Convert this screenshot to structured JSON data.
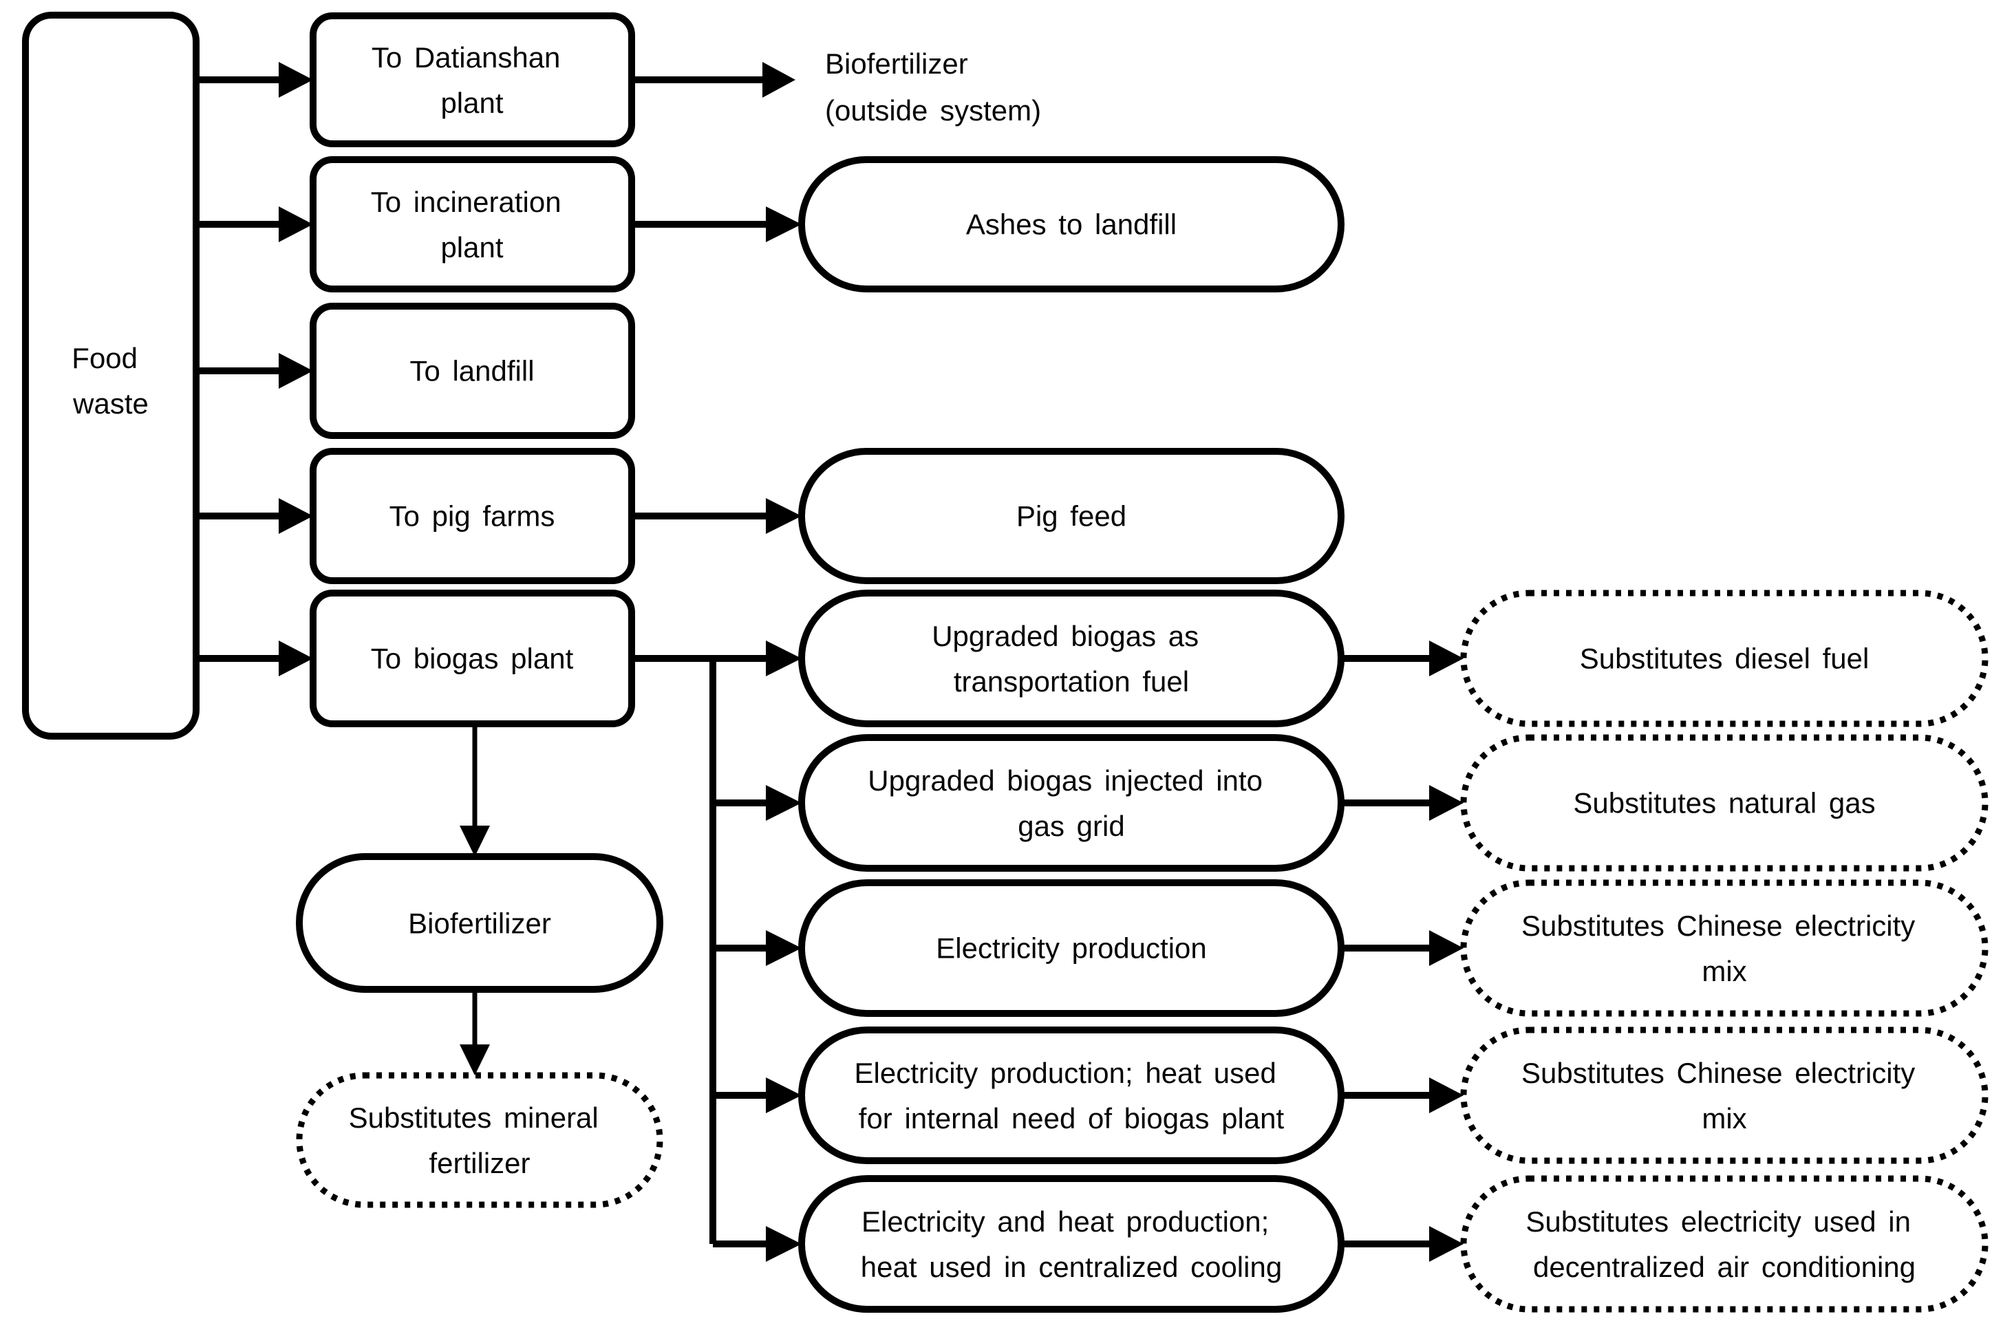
{
  "diagram_type": "flowchart",
  "colors": {
    "stroke": "#000000",
    "shape_fill": "#ffffff",
    "text": "#050505",
    "background": "#ffffff"
  },
  "nodes": {
    "food_waste": {
      "shape": "rounded-rect",
      "lines": [
        "Food",
        "waste"
      ]
    },
    "to_datianshan": {
      "shape": "rounded-rect",
      "lines": [
        "To Datianshan",
        "plant"
      ]
    },
    "to_incineration": {
      "shape": "rounded-rect",
      "lines": [
        "To incineration",
        "plant"
      ]
    },
    "to_landfill": {
      "shape": "rounded-rect",
      "lines": [
        "To landfill"
      ]
    },
    "to_pig_farms": {
      "shape": "rounded-rect",
      "lines": [
        "To pig farms"
      ]
    },
    "to_biogas_plant": {
      "shape": "rounded-rect",
      "lines": [
        "To biogas plant"
      ]
    },
    "biofertilizer_outside": {
      "shape": "plain-text",
      "lines": [
        "Biofertilizer",
        "(outside system)"
      ]
    },
    "ashes_to_landfill": {
      "shape": "stadium",
      "lines": [
        "Ashes to landfill"
      ]
    },
    "pig_feed": {
      "shape": "stadium",
      "lines": [
        "Pig feed"
      ]
    },
    "upgraded_transport": {
      "shape": "stadium",
      "lines": [
        "Upgraded biogas as",
        "transportation fuel"
      ]
    },
    "upgraded_gas_grid": {
      "shape": "stadium",
      "lines": [
        "Upgraded biogas injected into",
        "gas grid"
      ]
    },
    "electricity_production": {
      "shape": "stadium",
      "lines": [
        "Electricity production"
      ]
    },
    "electricity_internal": {
      "shape": "stadium",
      "lines": [
        "Electricity production; heat used",
        "for internal need of biogas plant"
      ]
    },
    "electricity_cooling": {
      "shape": "stadium",
      "lines": [
        "Electricity and heat production;",
        "heat used in centralized cooling"
      ]
    },
    "sub_diesel_fuel": {
      "shape": "dotted-stadium",
      "lines": [
        "Substitutes diesel fuel"
      ]
    },
    "sub_natural_gas": {
      "shape": "dotted-stadium",
      "lines": [
        "Substitutes natural gas"
      ]
    },
    "sub_chinese_mix_1": {
      "shape": "dotted-stadium",
      "lines": [
        "Substitutes Chinese electricity",
        "mix"
      ]
    },
    "sub_chinese_mix_2": {
      "shape": "dotted-stadium",
      "lines": [
        "Substitutes Chinese electricity",
        "mix"
      ]
    },
    "sub_decentralized_ac": {
      "shape": "dotted-stadium",
      "lines": [
        "Substitutes electricity used in",
        "decentralized air conditioning"
      ]
    },
    "biofertilizer": {
      "shape": "stadium",
      "lines": [
        "Biofertilizer"
      ]
    },
    "sub_mineral_fertilizer": {
      "shape": "dotted-stadium",
      "lines": [
        "Substitutes mineral",
        "fertilizer"
      ]
    }
  },
  "edges": [
    "food_waste -> to_datianshan",
    "food_waste -> to_incineration",
    "food_waste -> to_landfill",
    "food_waste -> to_pig_farms",
    "food_waste -> to_biogas_plant",
    "to_datianshan -> biofertilizer_outside",
    "to_incineration -> ashes_to_landfill",
    "to_pig_farms -> pig_feed",
    "to_biogas_plant -> upgraded_transport",
    "to_biogas_plant -> upgraded_gas_grid",
    "to_biogas_plant -> electricity_production",
    "to_biogas_plant -> electricity_internal",
    "to_biogas_plant -> electricity_cooling",
    "to_biogas_plant -> biofertilizer",
    "biofertilizer -> sub_mineral_fertilizer",
    "upgraded_transport -> sub_diesel_fuel",
    "upgraded_gas_grid -> sub_natural_gas",
    "electricity_production -> sub_chinese_mix_1",
    "electricity_internal -> sub_chinese_mix_2",
    "electricity_cooling -> sub_decentralized_ac"
  ]
}
